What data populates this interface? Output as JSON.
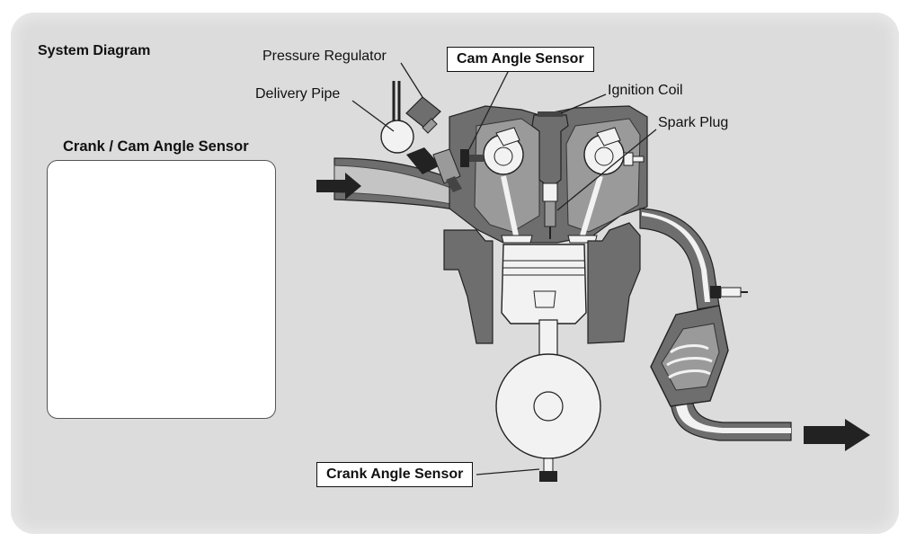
{
  "diagram": {
    "title": "System Diagram",
    "inset_title": "Crank / Cam Angle Sensor",
    "labels": {
      "pressure_regulator": "Pressure  Regulator",
      "delivery_pipe": "Delivery  Pipe",
      "cam_angle_sensor": "Cam Angle Sensor",
      "ignition_coil": "Ignition Coil",
      "spark_plug": "Spark Plug",
      "crank_angle_sensor": "Crank Angle Sensor"
    },
    "colors": {
      "panel": "#dcdcdc",
      "engine_dark": "#6e6e6e",
      "engine_mid": "#9a9a9a",
      "engine_light": "#c4c4c4",
      "white_part": "#f2f2f2",
      "arrow": "#222222"
    }
  }
}
